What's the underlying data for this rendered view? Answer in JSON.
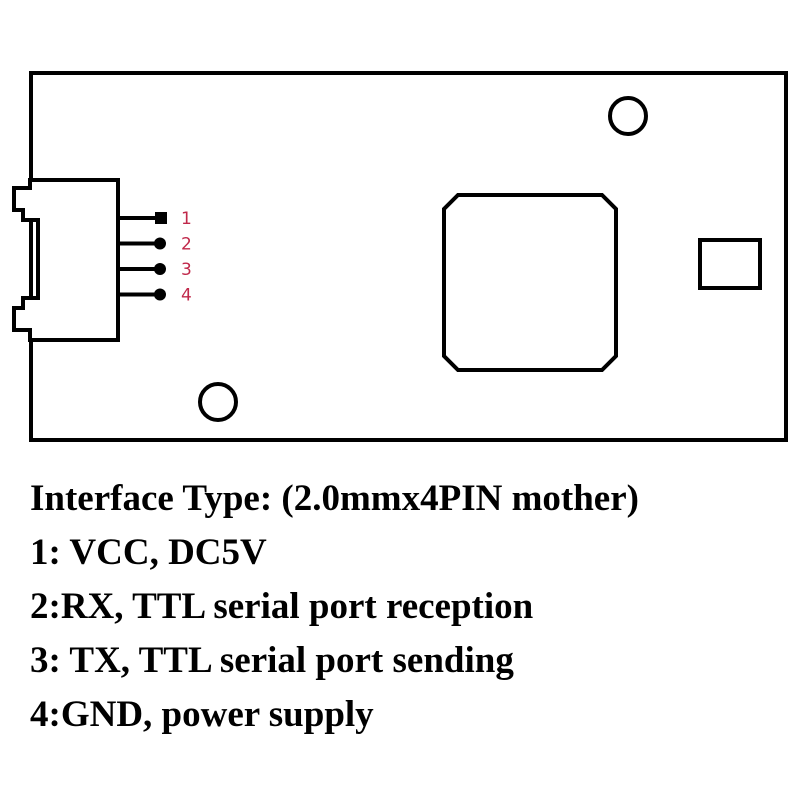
{
  "colors": {
    "outline": "#000000",
    "pin_label": "#c0284a",
    "background": "#ffffff"
  },
  "pins": [
    {
      "number": "1",
      "marker": "square"
    },
    {
      "number": "2",
      "marker": "circle"
    },
    {
      "number": "3",
      "marker": "circle"
    },
    {
      "number": "4",
      "marker": "circle"
    }
  ],
  "description": {
    "title": "Interface Type: (2.0mmx4PIN mother)",
    "lines": [
      "1: VCC, DC5V",
      "2:RX, TTL serial port reception",
      "3: TX, TTL serial port sending",
      "4:GND, power supply"
    ]
  }
}
